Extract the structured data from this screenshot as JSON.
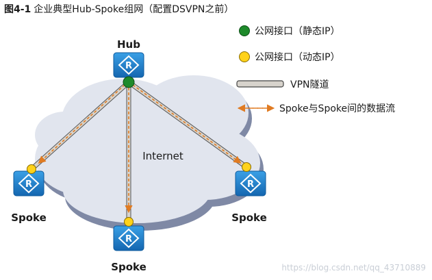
{
  "figure": {
    "number": "图4-1",
    "title": "企业典型Hub-Spoke组网（配置DSVPN之前）"
  },
  "nodes": {
    "hub": "Hub",
    "spoke_left": "Spoke",
    "spoke_bottom": "Spoke",
    "spoke_right": "Spoke"
  },
  "cloud_label": "Internet",
  "legend": {
    "static_ip": "公网接口（静态IP）",
    "dynamic_ip": "公网接口（动态IP）",
    "vpn_tunnel": "VPN隧道",
    "data_flow": "Spoke与Spoke间的数据流"
  },
  "colors": {
    "static_dot": "#1e8a2b",
    "dynamic_dot": "#ffd21a",
    "router": "#1f86cf",
    "cloud": "#e1e5ee",
    "cloud_shadow": "#7f89a5",
    "flow_arrow": "#e07b22"
  },
  "watermark": "https://blog.csdn.net/qq_43710889"
}
